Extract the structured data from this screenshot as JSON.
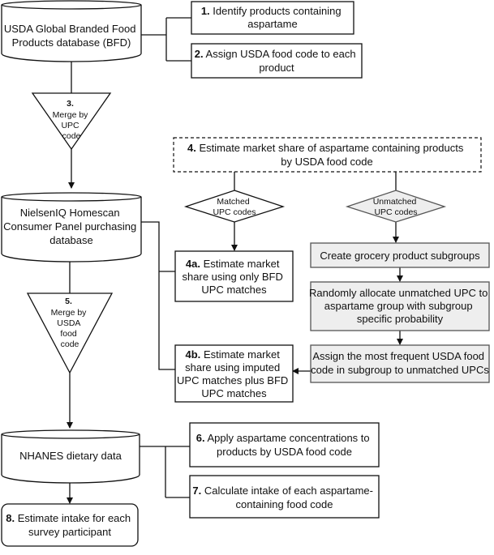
{
  "diagram": {
    "db_bfd": {
      "lines": [
        "USDA Global Branded Food",
        "Products database (BFD)"
      ]
    },
    "step1": {
      "num": "1.",
      "lines": [
        "Identify products containing",
        "aspartame"
      ]
    },
    "step2": {
      "num": "2.",
      "lines": [
        "Assign USDA food code to each",
        "product"
      ]
    },
    "merge3": {
      "num": "3.",
      "lines": [
        "Merge by",
        "UPC",
        "code"
      ]
    },
    "db_nielsen": {
      "lines": [
        "NielsenIQ Homescan",
        "Consumer Panel purchasing",
        "database"
      ]
    },
    "step4": {
      "num": "4.",
      "lines": [
        "Estimate market share of aspartame containing products",
        "by USDA food code"
      ]
    },
    "matched": {
      "lines": [
        "Matched",
        "UPC codes"
      ]
    },
    "unmatched": {
      "lines": [
        "Unmatched",
        "UPC codes"
      ]
    },
    "step4a": {
      "num": "4a.",
      "lines": [
        "Estimate market",
        "share using only BFD",
        "UPC matches"
      ]
    },
    "step4b": {
      "num": "4b.",
      "lines": [
        "Estimate market",
        "share using imputed",
        "UPC matches plus BFD",
        "UPC matches"
      ]
    },
    "sub_create": {
      "lines": [
        "Create grocery product subgroups"
      ]
    },
    "sub_random": {
      "lines": [
        "Randomly allocate unmatched UPC to",
        "aspartame group with subgroup",
        "specific probability"
      ]
    },
    "sub_assign": {
      "lines": [
        "Assign the most frequent USDA food",
        "code in subgroup to unmatched UPCs"
      ]
    },
    "merge5": {
      "num": "5.",
      "lines": [
        "Merge by",
        "USDA",
        "food",
        "code"
      ]
    },
    "db_nhanes": {
      "lines": [
        "NHANES dietary data"
      ]
    },
    "step6": {
      "num": "6.",
      "lines": [
        "Apply aspartame concentrations to",
        "products by USDA food code"
      ]
    },
    "step7": {
      "num": "7.",
      "lines": [
        "Calculate intake of each aspartame-",
        "containing food code"
      ]
    },
    "step8": {
      "num": "8.",
      "lines": [
        "Estimate intake for each",
        "survey participant"
      ]
    },
    "colors": {
      "stroke": "#111111",
      "grey_fill": "#eeeeee",
      "grey_stroke": "#555555"
    }
  }
}
